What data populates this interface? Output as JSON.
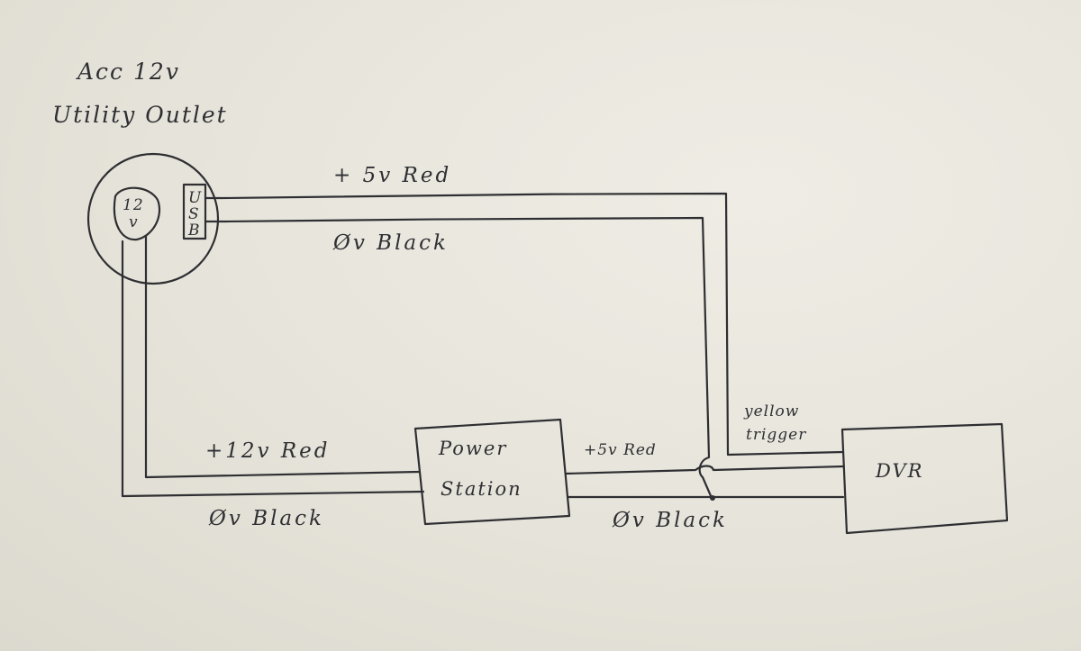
{
  "title_line1": "Acc 12v",
  "title_line2": "Utility Outlet",
  "outlet": {
    "jack_12v": [
      "12",
      "v"
    ],
    "usb": [
      "U",
      "S",
      "B"
    ]
  },
  "labels": {
    "usb_red": "+ 5v Red",
    "usb_black": "Øv Black",
    "in_red": "+12v Red",
    "in_black": "Øv Black",
    "out_red": "+5v Red",
    "out_black": "Øv Black",
    "yellow": "yellow",
    "trigger": "trigger"
  },
  "power_station": [
    "Power",
    "Station"
  ],
  "dvr": "DVR"
}
